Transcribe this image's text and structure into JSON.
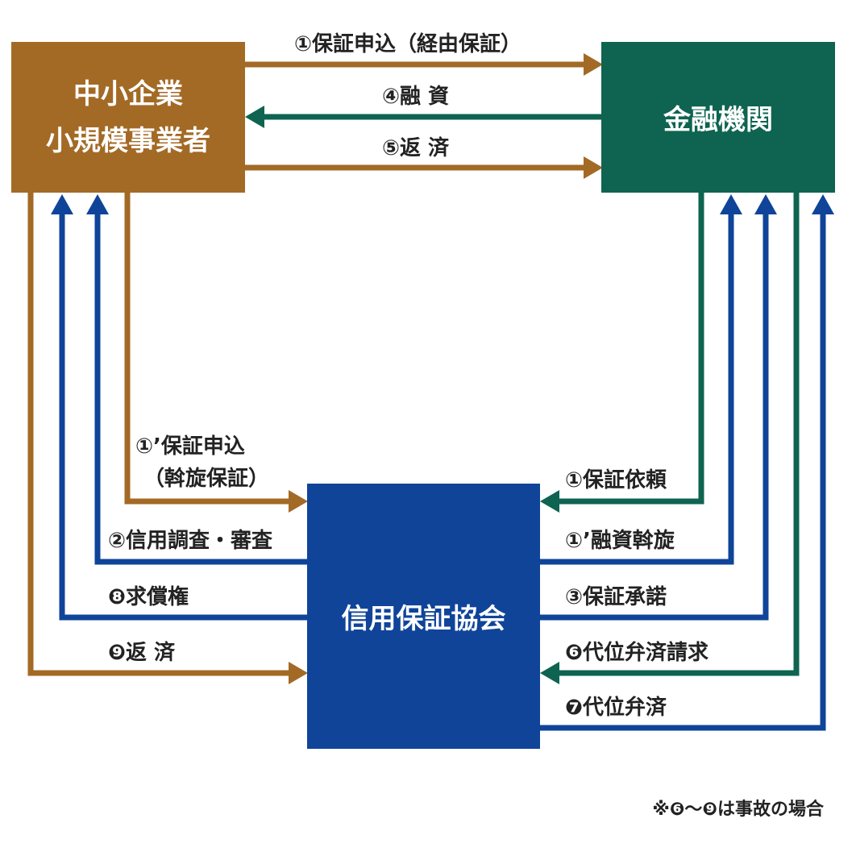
{
  "colors": {
    "sme": "#A36A26",
    "bank": "#0E6450",
    "assoc": "#0F4499"
  },
  "nodes": {
    "sme": {
      "line1": "中小企業",
      "line2": "小規模事業者"
    },
    "bank": {
      "label": "金融機関"
    },
    "assoc": {
      "label": "信用保証協会"
    }
  },
  "flows": {
    "f1": "①保証申込（経由保証）",
    "f4": "④融 資",
    "f5": "⑤返 済",
    "f1p_line1": "①’保証申込",
    "f1p_line2": "（斡旋保証）",
    "f2": "②信用調査・審査",
    "f8": "❽求償権",
    "f9": "❾返 済",
    "fb1": "①保証依頼",
    "fb1p": "①’融資斡旋",
    "f3": "③保証承諾",
    "f6": "❻代位弁済請求",
    "f7": "❼代位弁済"
  },
  "note": "※❻～❾は事故の場合"
}
